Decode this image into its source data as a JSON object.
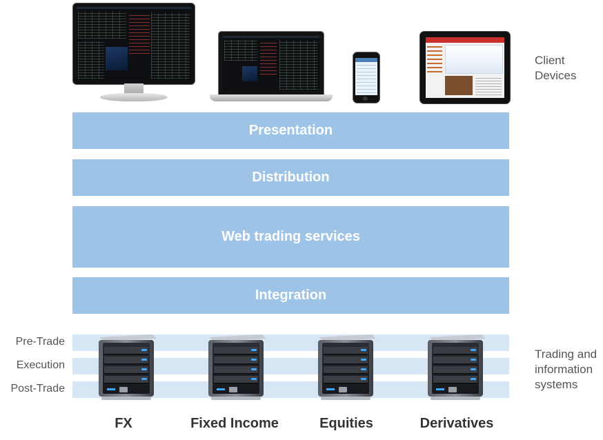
{
  "client_devices_label": "Client\nDevices",
  "layers": [
    {
      "label": "Presentation"
    },
    {
      "label": "Distribution"
    },
    {
      "label": "Web trading services"
    },
    {
      "label": "Integration"
    }
  ],
  "rows": [
    "Pre-Trade",
    "Execution",
    "Post-Trade"
  ],
  "systems_label": "Trading and\ninformation\nsystems",
  "systems": [
    "FX",
    "Fixed Income",
    "Equities",
    "Derivatives"
  ],
  "colors": {
    "layer": "#9dc3e6",
    "band": "#d6e6f5",
    "server_led": "#3fa9ff"
  }
}
